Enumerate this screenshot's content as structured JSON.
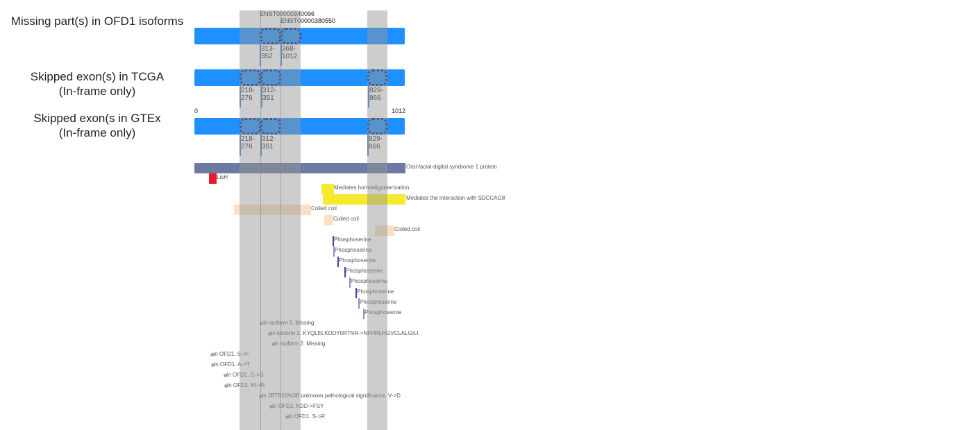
{
  "row_labels": {
    "missing": "Missing part(s) in OFD1 isoforms",
    "tcga_1": "Skipped exon(s) in TCGA",
    "tcga_2": "(In-frame only)",
    "gtex_1": "Skipped exon(s in GTEx",
    "gtex_2": "(In-frame only)"
  },
  "transcripts": [
    "ENST00000340096",
    "ENST00000380550"
  ],
  "missing_ranges": [
    "313-\n352",
    "368-\n1012"
  ],
  "tcga_ranges": [
    "218-\n276",
    "312-\n351",
    "829-\n866"
  ],
  "gtex_ranges": [
    "218-\n276",
    "312-\n351",
    "829-\n866"
  ],
  "axis": {
    "start": "0",
    "end": "1012"
  },
  "features": {
    "protein": "Oral-facial-digital syndrome 1 protein",
    "lish": "LisH",
    "homo": "Mediates homooligomerization",
    "sdccag8": "Mediates the interaction with SDCCAG8",
    "coil": "Coiled coil",
    "phospho": "Phosphoserine"
  },
  "variants": [
    "In isoform 3. Missing",
    "In isoform 2. KYQLELKDDYIIRTNR->NFHRLHGVCLALGILI",
    "In isoform 2. Missing",
    "In OFD1. S->F",
    "In OFD1. A->T",
    "In OFD1. G->S",
    "In OFD1. M->R",
    "In JBTS10%3B unknown pathological significance. V->D",
    "In OFD1. KDD->FSY",
    "In OFD1. S->R"
  ],
  "colors": {
    "bar": "#1e90ff",
    "protein": "#6b79a3",
    "lish": "#e8192c",
    "yellow": "#f5ea2e",
    "coil": "#fbe0c3"
  }
}
